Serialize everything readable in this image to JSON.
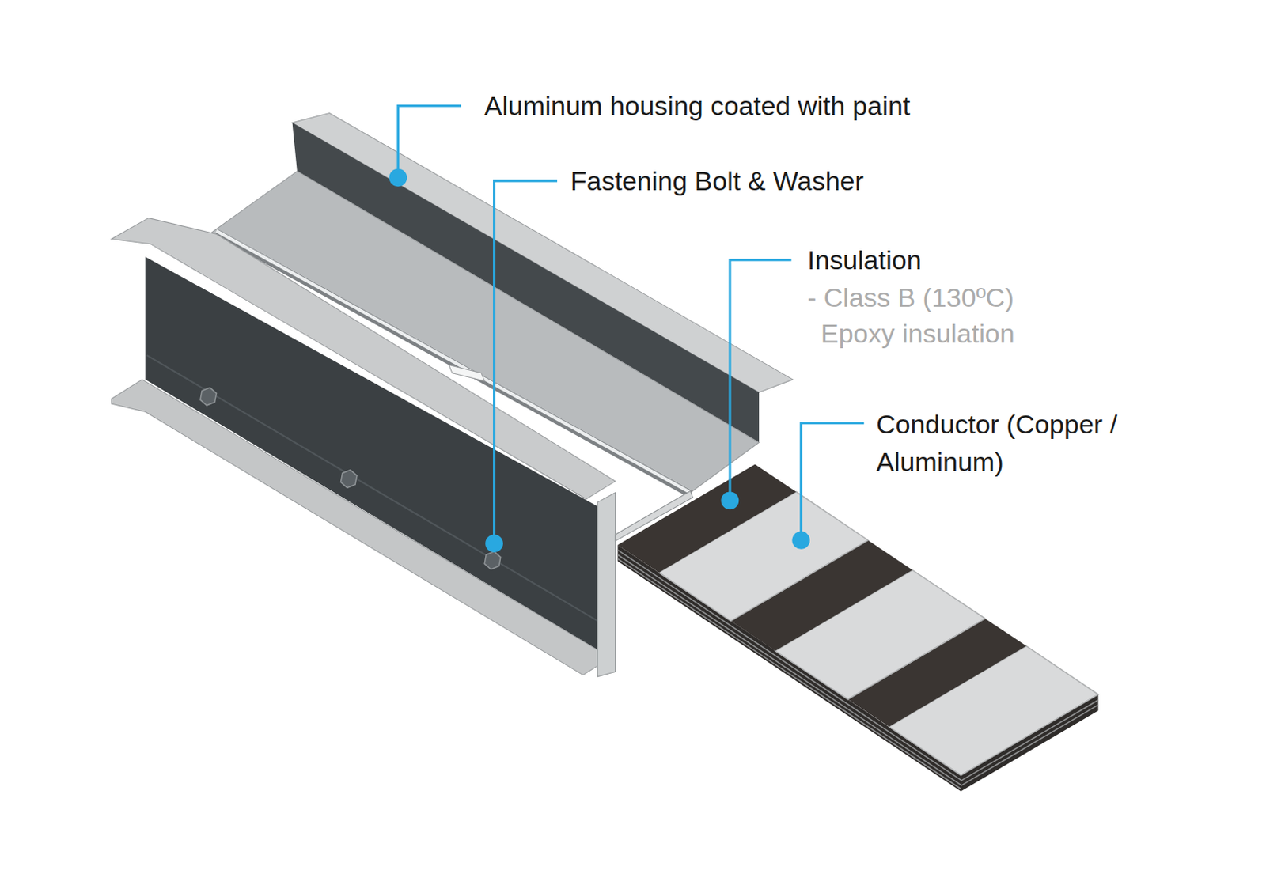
{
  "diagram": {
    "labels": [
      "Aluminum housing coated with paint",
      "Fastening Bolt & Washer",
      "Insulation",
      "- Class B (130ºC) Epoxy insulation",
      "Conductor (Copper / Aluminum)"
    ]
  }
}
